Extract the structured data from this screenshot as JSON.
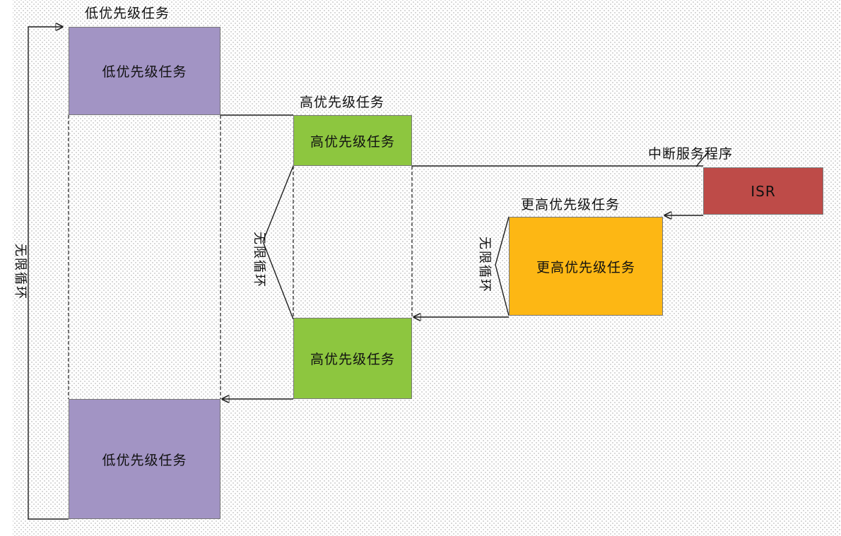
{
  "colors": {
    "low_priority": "#A294C4",
    "high_priority": "#8DC63F",
    "isr": "#BE4B48",
    "higher_priority": "#FDB714",
    "line": "#1f1f1f"
  },
  "boxes": {
    "low_top": {
      "label": "低优先级任务"
    },
    "high_top": {
      "label": "高优先级任务"
    },
    "isr": {
      "label": "ISR"
    },
    "higher": {
      "label": "更高优先级任务"
    },
    "high_bottom": {
      "label": "高优先级任务"
    },
    "low_bottom": {
      "label": "低优先级任务"
    }
  },
  "captions": {
    "low_top": "低优先级任务",
    "high_top": "高优先级任务",
    "isr": "中断服务程序",
    "higher": "更高优先级任务"
  },
  "loop_labels": {
    "left": "无限循环",
    "middle": "无限循环",
    "right": "无限循环"
  }
}
